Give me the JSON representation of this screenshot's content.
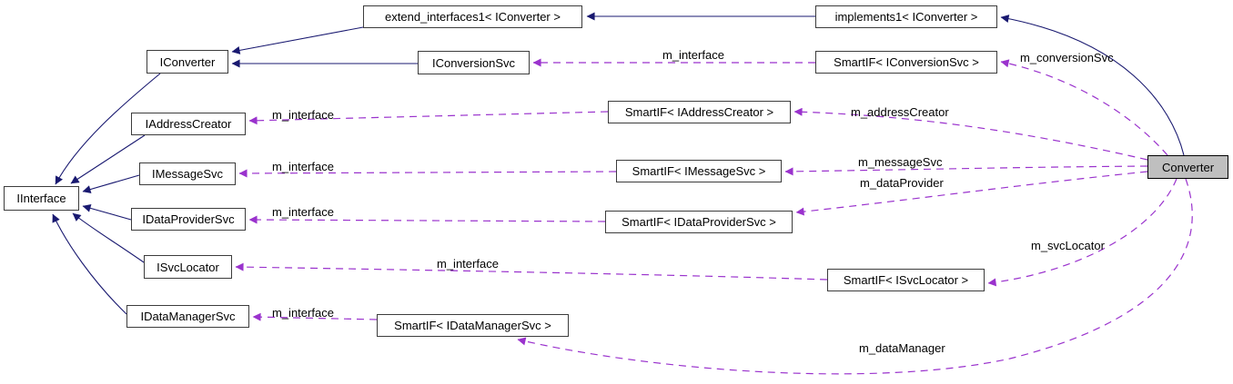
{
  "diagram": {
    "kind": "collaboration-graph",
    "colors": {
      "inheritance_edge": "#191970",
      "usage_edge": "#9a32cd",
      "node_border": "#3c3c3c",
      "node_fill": "#ffffff",
      "focus_node_fill": "#bfbfbf",
      "focus_node_border": "#000000",
      "text": "#000000",
      "background": "#ffffff"
    },
    "nodes": [
      {
        "id": "extend_interfaces1",
        "label": "extend_interfaces1< IConverter >"
      },
      {
        "id": "implements1",
        "label": "implements1< IConverter >"
      },
      {
        "id": "IConverter",
        "label": "IConverter"
      },
      {
        "id": "IConversionSvc",
        "label": "IConversionSvc"
      },
      {
        "id": "SmartIF_IConversionSvc",
        "label": "SmartIF< IConversionSvc >"
      },
      {
        "id": "IAddressCreator",
        "label": "IAddressCreator"
      },
      {
        "id": "SmartIF_IAddressCreator",
        "label": "SmartIF< IAddressCreator >"
      },
      {
        "id": "IMessageSvc",
        "label": "IMessageSvc"
      },
      {
        "id": "SmartIF_IMessageSvc",
        "label": "SmartIF< IMessageSvc >"
      },
      {
        "id": "IInterface",
        "label": "IInterface"
      },
      {
        "id": "IDataProviderSvc",
        "label": "IDataProviderSvc"
      },
      {
        "id": "SmartIF_IDataProviderSvc",
        "label": "SmartIF< IDataProviderSvc >"
      },
      {
        "id": "ISvcLocator",
        "label": "ISvcLocator"
      },
      {
        "id": "SmartIF_ISvcLocator",
        "label": "SmartIF< ISvcLocator >"
      },
      {
        "id": "IDataManagerSvc",
        "label": "IDataManagerSvc"
      },
      {
        "id": "SmartIF_IDataManagerSvc",
        "label": "SmartIF< IDataManagerSvc >"
      },
      {
        "id": "Converter",
        "label": "Converter"
      }
    ],
    "edge_labels": [
      {
        "text": "m_interface"
      },
      {
        "text": "m_conversionSvc"
      },
      {
        "text": "m_interface"
      },
      {
        "text": "m_addressCreator"
      },
      {
        "text": "m_interface"
      },
      {
        "text": "m_messageSvc"
      },
      {
        "text": "m_dataProvider"
      },
      {
        "text": "m_interface"
      },
      {
        "text": "m_interface"
      },
      {
        "text": "m_svcLocator"
      },
      {
        "text": "m_interface"
      },
      {
        "text": "m_dataManager"
      }
    ],
    "edges": [
      {
        "from": "implements1",
        "to": "extend_interfaces1",
        "type": "inheritance",
        "label": ""
      },
      {
        "from": "extend_interfaces1",
        "to": "IConverter",
        "type": "inheritance",
        "label": ""
      },
      {
        "from": "IConversionSvc",
        "to": "IConverter",
        "type": "inheritance",
        "label": ""
      },
      {
        "from": "IConverter",
        "to": "IInterface",
        "type": "inheritance",
        "label": ""
      },
      {
        "from": "IAddressCreator",
        "to": "IInterface",
        "type": "inheritance",
        "label": ""
      },
      {
        "from": "IMessageSvc",
        "to": "IInterface",
        "type": "inheritance",
        "label": ""
      },
      {
        "from": "IDataProviderSvc",
        "to": "IInterface",
        "type": "inheritance",
        "label": ""
      },
      {
        "from": "ISvcLocator",
        "to": "IInterface",
        "type": "inheritance",
        "label": ""
      },
      {
        "from": "IDataManagerSvc",
        "to": "IInterface",
        "type": "inheritance",
        "label": ""
      },
      {
        "from": "Converter",
        "to": "implements1",
        "type": "inheritance",
        "label": ""
      },
      {
        "from": "SmartIF_IConversionSvc",
        "to": "IConversionSvc",
        "type": "usage",
        "label": "m_interface"
      },
      {
        "from": "Converter",
        "to": "SmartIF_IConversionSvc",
        "type": "usage",
        "label": "m_conversionSvc"
      },
      {
        "from": "SmartIF_IAddressCreator",
        "to": "IAddressCreator",
        "type": "usage",
        "label": "m_interface"
      },
      {
        "from": "Converter",
        "to": "SmartIF_IAddressCreator",
        "type": "usage",
        "label": "m_addressCreator"
      },
      {
        "from": "SmartIF_IMessageSvc",
        "to": "IMessageSvc",
        "type": "usage",
        "label": "m_interface"
      },
      {
        "from": "Converter",
        "to": "SmartIF_IMessageSvc",
        "type": "usage",
        "label": "m_messageSvc"
      },
      {
        "from": "SmartIF_IDataProviderSvc",
        "to": "IDataProviderSvc",
        "type": "usage",
        "label": "m_interface"
      },
      {
        "from": "Converter",
        "to": "SmartIF_IDataProviderSvc",
        "type": "usage",
        "label": "m_dataProvider"
      },
      {
        "from": "SmartIF_ISvcLocator",
        "to": "ISvcLocator",
        "type": "usage",
        "label": "m_interface"
      },
      {
        "from": "Converter",
        "to": "SmartIF_ISvcLocator",
        "type": "usage",
        "label": "m_svcLocator"
      },
      {
        "from": "SmartIF_IDataManagerSvc",
        "to": "IDataManagerSvc",
        "type": "usage",
        "label": "m_interface"
      },
      {
        "from": "Converter",
        "to": "SmartIF_IDataManagerSvc",
        "type": "usage",
        "label": "m_dataManager"
      }
    ]
  }
}
